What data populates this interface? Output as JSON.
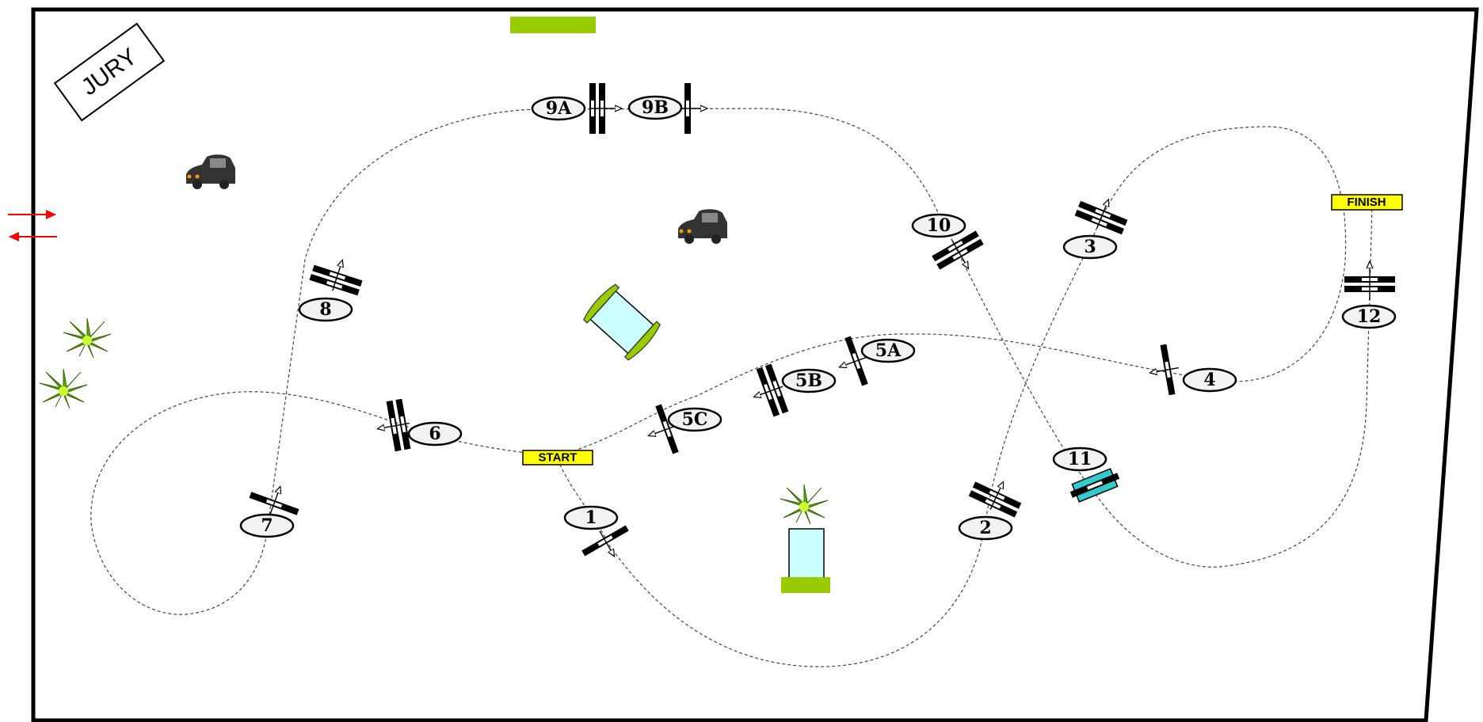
{
  "course": {
    "jury_label": "JURY",
    "start_label": "START",
    "finish_label": "FINISH",
    "obstacles": [
      {
        "id": "1",
        "label": "1"
      },
      {
        "id": "2",
        "label": "2"
      },
      {
        "id": "3",
        "label": "3"
      },
      {
        "id": "4",
        "label": "4"
      },
      {
        "id": "5a",
        "label": "5A"
      },
      {
        "id": "5b",
        "label": "5B"
      },
      {
        "id": "5c",
        "label": "5C"
      },
      {
        "id": "6",
        "label": "6"
      },
      {
        "id": "7",
        "label": "7"
      },
      {
        "id": "8",
        "label": "8"
      },
      {
        "id": "9a",
        "label": "9A"
      },
      {
        "id": "9b",
        "label": "9B"
      },
      {
        "id": "10",
        "label": "10"
      },
      {
        "id": "11",
        "label": "11"
      },
      {
        "id": "12",
        "label": "12"
      }
    ]
  },
  "colors": {
    "start_finish_fill": "#ffff00",
    "lime": "#99cc00",
    "arrow_red": "#ff0000",
    "water_blue": "#33cccc",
    "light_blue": "#ccffff"
  }
}
